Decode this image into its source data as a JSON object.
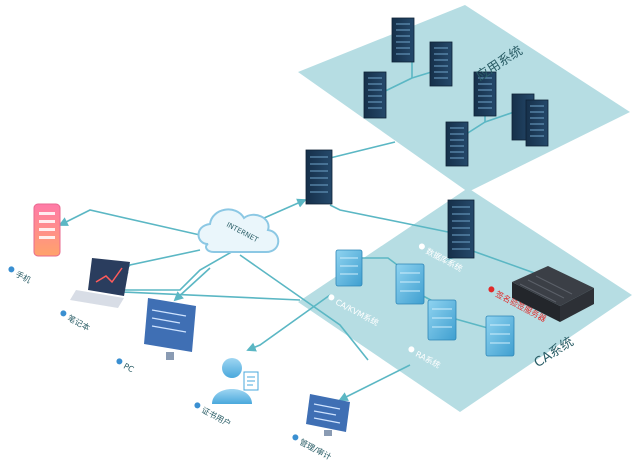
{
  "platforms": {
    "app": {
      "label": "应用系统"
    },
    "ca": {
      "label": "CA系统"
    }
  },
  "cloud": {
    "label": "INTERNET"
  },
  "ca_components": {
    "database": "数据库系统",
    "ca_kvm": "CA/KVM系统",
    "ra": "RA系统",
    "signature_server": "签名验签服务器"
  },
  "endpoints": {
    "phone": "手机",
    "laptop": "笔记本",
    "pc": "PC",
    "cert_user": "证书用户",
    "audit": "管理/审计"
  },
  "colors": {
    "platform_fill": "#b6dde3",
    "line": "#5bb7c4",
    "label_text": "#2a5d66",
    "server_dark": "#1d3a57",
    "server_blue": "#5fb3d8",
    "accent_red": "#e02a2a",
    "bullet_blue": "#3a8fd1"
  }
}
